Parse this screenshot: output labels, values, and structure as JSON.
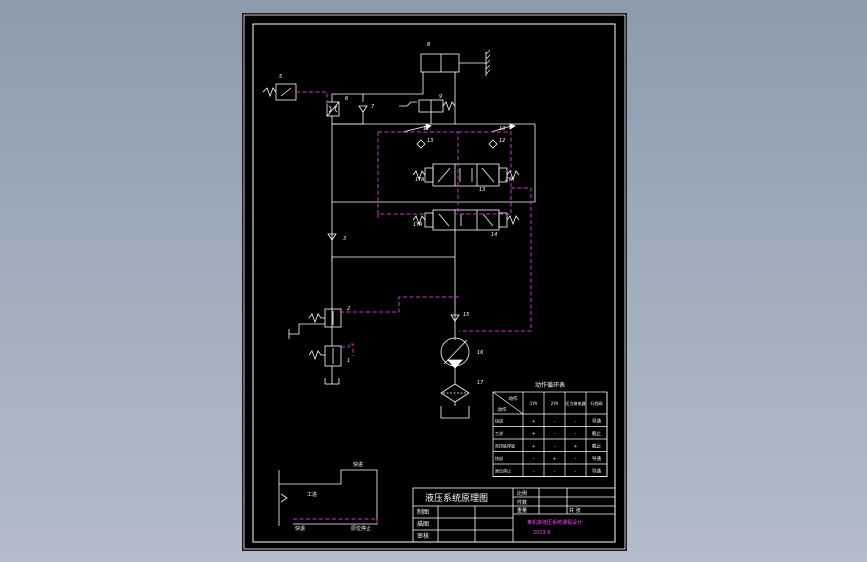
{
  "colors": {
    "line": "#ffffff",
    "pilot_line": "#cc33cc",
    "background": "#000000",
    "accent": "#ff44ff"
  },
  "components": {
    "c1": "1",
    "c2": "2",
    "c3": "3",
    "c5": "5",
    "c6": "6",
    "c7": "7",
    "c8": "8",
    "c9": "9",
    "c10": "10",
    "c11": "11",
    "c12": "12",
    "c13": "13",
    "c14": "14",
    "c15": "15",
    "c16": "16",
    "c17": "17"
  },
  "solenoid_labels": {
    "s1": "1YA",
    "s2": "2YA"
  },
  "action_table": {
    "title": "动作循环表",
    "corner_top": "动作",
    "corner_bottom": "动作",
    "headers": [
      "1YA",
      "2YA",
      "压力继电器",
      "行程阀"
    ],
    "rows": [
      {
        "name": "快进",
        "cells": [
          "+",
          "-",
          "-",
          "导通"
        ]
      },
      {
        "name": "工进",
        "cells": [
          "+",
          "-",
          "-",
          "截止"
        ]
      },
      {
        "name": "死挡铁停留",
        "cells": [
          "+",
          "-",
          "+",
          "截止"
        ]
      },
      {
        "name": "快退",
        "cells": [
          "-",
          "+",
          "-",
          "导通"
        ]
      },
      {
        "name": "原位停止",
        "cells": [
          "-",
          "-",
          "-",
          "导通"
        ]
      }
    ]
  },
  "cycle_diagram": {
    "top": "快进",
    "mid": "工进",
    "bottom_left": "快退",
    "bottom_right": "原位停止"
  },
  "title_block": {
    "title": "液压系统原理图",
    "r1": "比例",
    "r2": "件数",
    "r3": "重量",
    "sheet": "共 张",
    "role1": "制图",
    "role2": "描图",
    "role3": "审核",
    "org": "某机床液压系统课程设计",
    "code": "2013.6"
  }
}
